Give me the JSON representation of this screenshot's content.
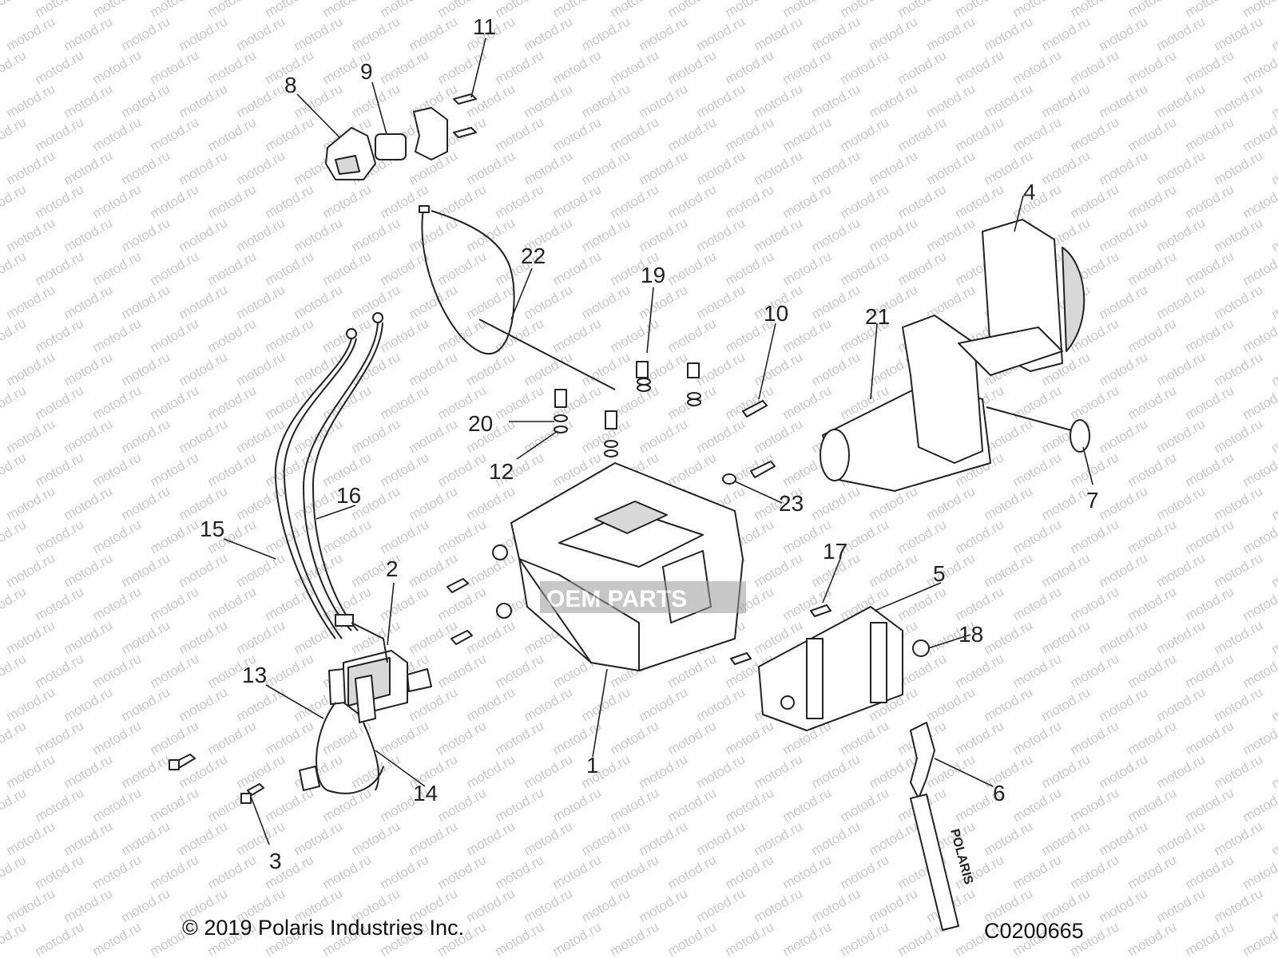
{
  "watermark_text": "motod.ru",
  "logo_text": "OEM PARTS",
  "callouts": [
    "1",
    "2",
    "3",
    "4",
    "5",
    "6",
    "7",
    "8",
    "9",
    "10",
    "11",
    "12",
    "13",
    "14",
    "15",
    "16",
    "17",
    "18",
    "19",
    "20",
    "21",
    "22",
    "23"
  ],
  "tie_strap_brand": "POLARIS",
  "copyright": "© 2019 Polaris Industries Inc.",
  "diagram_code": "C0200665"
}
